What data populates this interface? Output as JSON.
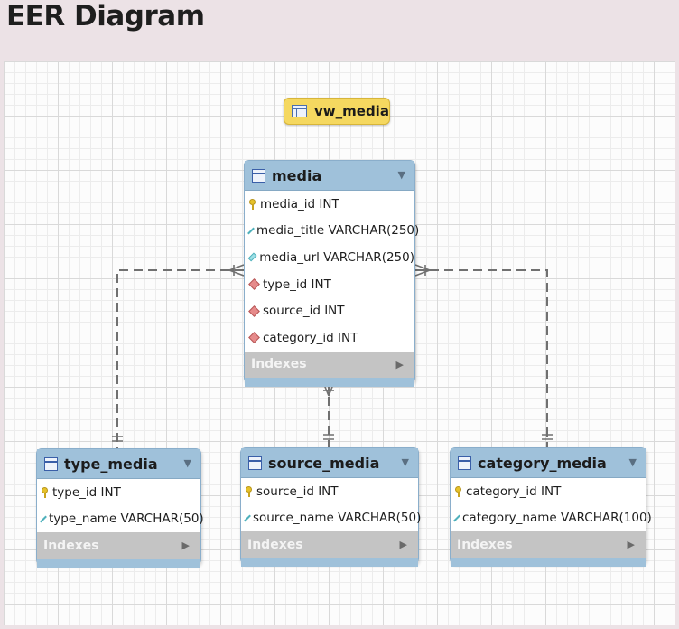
{
  "page": {
    "title": "EER Diagram"
  },
  "view": {
    "name": "vw_media",
    "icon": "view-icon"
  },
  "media": {
    "name": "media",
    "columns": [
      {
        "text": "media_id INT",
        "kind": "primary-key"
      },
      {
        "text": "media_title VARCHAR(250)",
        "kind": "attribute"
      },
      {
        "text": "media_url VARCHAR(250)",
        "kind": "attribute"
      },
      {
        "text": "type_id INT",
        "kind": "foreign-key"
      },
      {
        "text": "source_id INT",
        "kind": "foreign-key"
      },
      {
        "text": "category_id INT",
        "kind": "foreign-key"
      }
    ],
    "indexes_label": "Indexes"
  },
  "type_media": {
    "name": "type_media",
    "columns": [
      {
        "text": "type_id INT",
        "kind": "primary-key"
      },
      {
        "text": "type_name VARCHAR(50)",
        "kind": "attribute"
      }
    ],
    "indexes_label": "Indexes"
  },
  "source_media": {
    "name": "source_media",
    "columns": [
      {
        "text": "source_id INT",
        "kind": "primary-key"
      },
      {
        "text": "source_name VARCHAR(50)",
        "kind": "attribute"
      }
    ],
    "indexes_label": "Indexes"
  },
  "category_media": {
    "name": "category_media",
    "columns": [
      {
        "text": "category_id INT",
        "kind": "primary-key"
      },
      {
        "text": "category_name VARCHAR(100)",
        "kind": "attribute"
      }
    ],
    "indexes_label": "Indexes"
  },
  "relationships": [
    {
      "from": "media",
      "to": "type_media",
      "cardinality": "many-to-one"
    },
    {
      "from": "media",
      "to": "source_media",
      "cardinality": "many-to-one"
    },
    {
      "from": "media",
      "to": "category_media",
      "cardinality": "many-to-one"
    }
  ],
  "colors": {
    "table_header": "#9fc1da",
    "indexes_bar": "#c4c4c4",
    "view_fill": "#f5d860",
    "relationship_line": "#707070"
  }
}
